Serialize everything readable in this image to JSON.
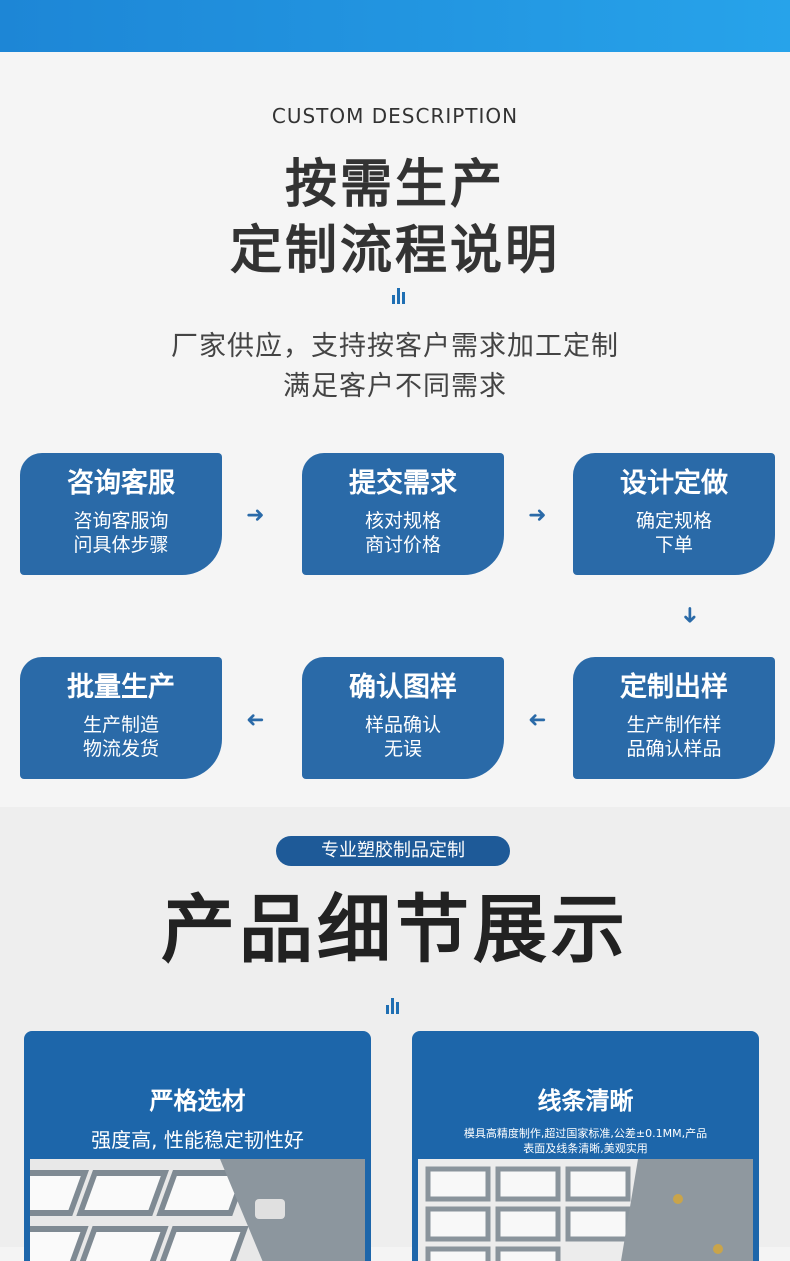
{
  "header": {
    "eyebrow": "CUSTOM DESCRIPTION",
    "title_line1": "按需生产",
    "title_line2": "定制流程说明",
    "subtitle_line1": "厂家供应，支持按客户需求加工定制",
    "subtitle_line2": "满足客户不同需求"
  },
  "steps": [
    {
      "title": "咨询客服",
      "desc1": "咨询客服询",
      "desc2": "问具体步骤"
    },
    {
      "title": "提交需求",
      "desc1": "核对规格",
      "desc2": "商讨价格"
    },
    {
      "title": "设计定做",
      "desc1": "确定规格",
      "desc2": "下单"
    },
    {
      "title": "定制出样",
      "desc1": "生产制作样",
      "desc2": "品确认样品"
    },
    {
      "title": "确认图样",
      "desc1": "样品确认",
      "desc2": "无误"
    },
    {
      "title": "批量生产",
      "desc1": "生产制造",
      "desc2": "物流发货"
    }
  ],
  "details": {
    "badge": "专业塑胶制品定制",
    "title": "产品细节展示",
    "cards": [
      {
        "title": "严格选材",
        "desc": "强度高, 性能稳定韧性好"
      },
      {
        "title": "线条清晰",
        "desc_line1": "模具高精度制作,超过国家标准,公差±0.1MM,产品",
        "desc_line2": "表面及线条清晰,美观实用"
      }
    ]
  },
  "colors": {
    "brand_blue": "#2a6aa8",
    "top_bar": "#1d86d6"
  }
}
